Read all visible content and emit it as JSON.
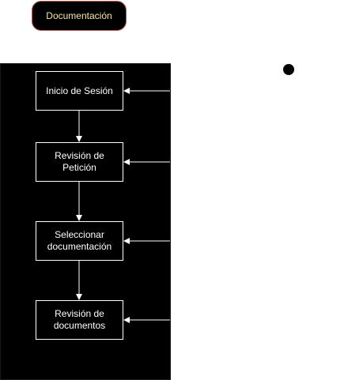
{
  "header": {
    "label": "Documentación"
  },
  "steps": [
    {
      "label": "Inicio de Sesión"
    },
    {
      "label": "Revisión de Petición"
    },
    {
      "label": "Seleccionar documentación"
    },
    {
      "label": "Revisión de documentos"
    }
  ],
  "colors": {
    "lane_fill": "#000000",
    "box_stroke": "#ffffff",
    "pill_stroke": "#b85450",
    "pill_text": "#f5e6a3",
    "connector": "#ffffff"
  }
}
